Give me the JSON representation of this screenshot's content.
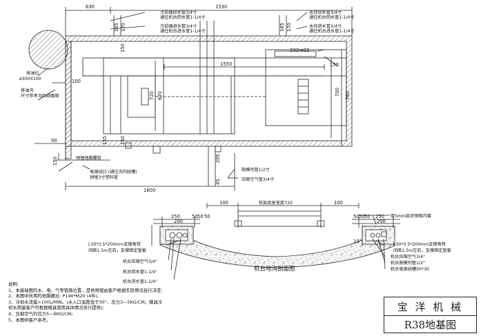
{
  "plan": {
    "dims_top": [
      "630",
      "1530"
    ],
    "dim_50": "50",
    "dim_1550": "1550",
    "dim_720": "720",
    "dim_670": "670",
    "dim_700": "700",
    "dim_760": "760",
    "dim_150": "150",
    "dim_155": "155",
    "dim_165": "165",
    "dim_170": "170",
    "dim_100": "100",
    "dim_90": "90",
    "dim_205": "205",
    "dim_45": "45",
    "dim_1600": "1600",
    "dim_2x2": "2X2-ø22",
    "labels_tl": [
      "冷却器回水管3/4寸",
      "通往机台回水管1-1/4寸",
      "冷却器进水管3/4寸",
      "通往机台进水管1-1/4寸"
    ],
    "labels_tr": [
      "水待回水管3/4寸",
      "通往机台回水管1-1/4寸",
      "水待进水管3/4寸",
      "通往机台进水管1-1/4寸"
    ],
    "drain_pit": "排油坑",
    "drain_pit_size": "ø300X100",
    "drain_channel": "排油沟",
    "drain_channel_note": "尺寸参考沟内剖面图",
    "embed_screw": "预埋地脚螺栓",
    "elec_outlet": "电源线口 (通往沟内线槽)",
    "embed_pipe": "预埋3寸塑料管",
    "release_pipe": "脱模剂管1/2寸",
    "air_pipe": "压缩空气管3/4寸"
  },
  "section": {
    "title": "机台地沟剖面图",
    "frame_width": "机架底座宽度720",
    "dim_100_left": "100",
    "dim_100_right": "100",
    "left_dims": [
      "250",
      "200",
      "50",
      "50",
      "50"
    ],
    "right_dims": [
      "50",
      "50",
      "50",
      "250",
      "200"
    ],
    "steel_plate": "厚5mm层状钢板内套",
    "angle_left": "L30*3.5*200mm支撑角铁",
    "angle_left_note": "间距1.5m左右，支撑固定管套",
    "angle_right": "L30*3.5*200mm支撑角铁",
    "angle_right_note": "间距1.5m左右，支撑固定管套",
    "left_pipes": [
      "机台压缩空气3/4\"",
      "机台回水管1-1/4\"",
      "机台进水管1-1/4\""
    ],
    "right_pipes": [
      "机台压缩空气3/4\"",
      "机台脱模剂管1/2\"",
      "机台电源线槽50*30"
    ],
    "angle_10": "10°"
  },
  "notes": {
    "heading": "说明:",
    "lines": [
      "1、本基础图的水、电、气等管路位置，是供预埋由客户根据实际情况自行决定;",
      "2、本图中所用的地脚螺丝: P140*M20 (4件);",
      "3、冷却水流量>100L/MIN。(水入口温度低于30°、压力3—5KG/CM。模具冷",
      "却水用量客户可根据模具使用具体情况另行提供);",
      "4、压缩空气的压力5—6KG/CM₂",
      "5、本图供客户参考。"
    ]
  },
  "title_block": {
    "company": "宝 洋 机 械",
    "drawing": "R38地基图"
  }
}
